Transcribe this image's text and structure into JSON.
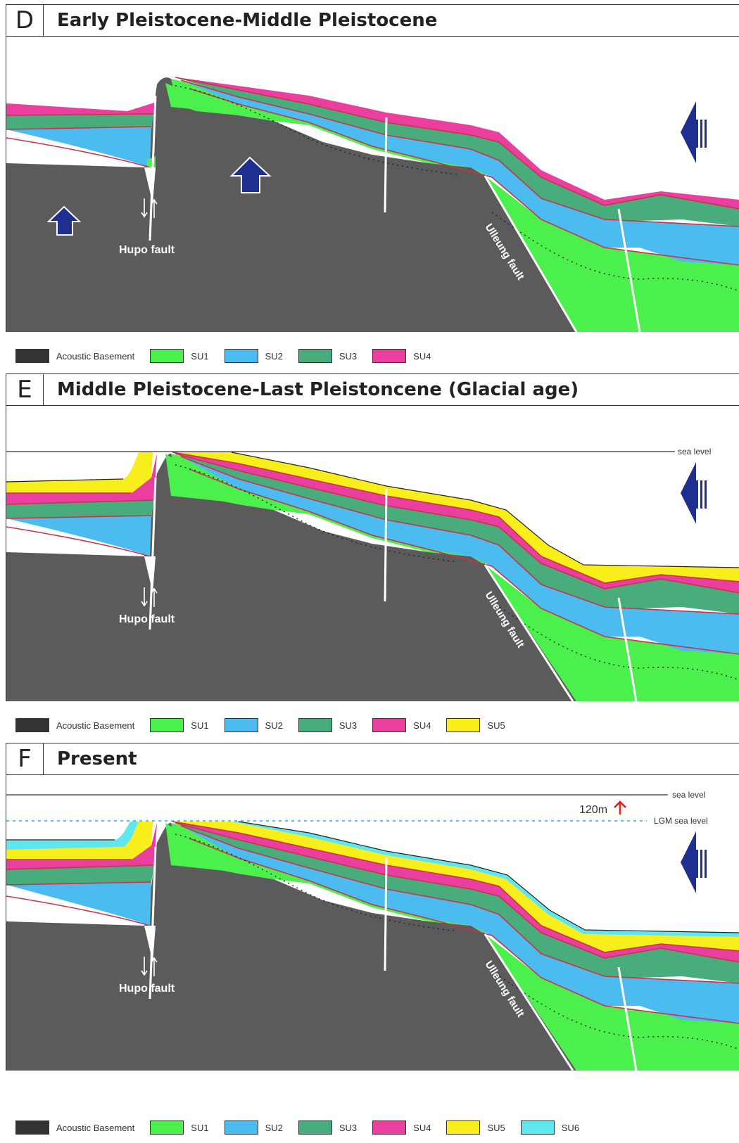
{
  "colors": {
    "basement": "#5b5b5b",
    "su1": "#4cf04c",
    "su2": "#4cbcf0",
    "su3": "#48ac7c",
    "su4": "#ea3f9f",
    "su5": "#f7ee1b",
    "su6": "#5fe6ee",
    "arrow": "#1f2f8f",
    "red_line": "#c8334a"
  },
  "panels": [
    {
      "letter": "D",
      "title": "Early Pleistocene-Middle Pleistocene",
      "labels": {
        "hupo": "Hupo fault",
        "ulleung": "Ulleung fault"
      },
      "legend": [
        "Acoustic Basement",
        "SU1",
        "SU2",
        "SU3",
        "SU4"
      ]
    },
    {
      "letter": "E",
      "title": "Middle Pleistocene-Last Pleistoncene (Glacial age)",
      "labels": {
        "hupo": "Hupo fault",
        "ulleung": "Ulleung fault",
        "sea_level": "sea level"
      },
      "legend": [
        "Acoustic Basement",
        "SU1",
        "SU2",
        "SU3",
        "SU4",
        "SU5"
      ]
    },
    {
      "letter": "F",
      "title": "Present",
      "labels": {
        "hupo": "Hupo fault",
        "ulleung": "Ulleung fault",
        "sea_level": "sea level",
        "lgm_sea_level": "LGM sea level",
        "rise": "120m"
      },
      "legend": [
        "Acoustic Basement",
        "SU1",
        "SU2",
        "SU3",
        "SU4",
        "SU5",
        "SU6"
      ]
    }
  ]
}
